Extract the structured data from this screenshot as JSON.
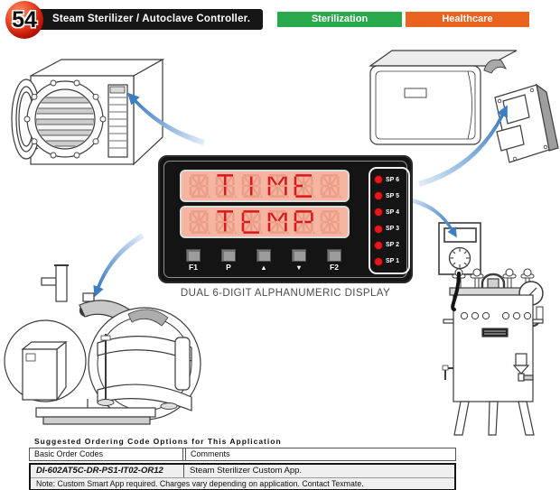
{
  "header": {
    "page_number": "54",
    "title": "Steam Sterilizer / Autoclave Controller.",
    "tags": [
      {
        "label": "Sterilization",
        "color": "#2aa84c"
      },
      {
        "label": "Healthcare",
        "color": "#e9641f"
      }
    ]
  },
  "device_panel": {
    "display_rows": [
      "TIME",
      "TEMP"
    ],
    "setpoint_leds": [
      "SP 6",
      "SP 5",
      "SP 4",
      "SP 3",
      "SP 2",
      "SP 1"
    ],
    "buttons": [
      "F1",
      "P",
      "▲",
      "▼",
      "F2"
    ],
    "caption": "DUAL 6-DIGIT ALPHANUMERIC DISPLAY",
    "colors": {
      "display_background": "#f6b5a0",
      "segment_dim": "#eb9e87",
      "segment_lit": "#d8191d",
      "led_red": "#e2191f",
      "arrow_blue": "#3d7ec2"
    }
  },
  "figures": [
    {
      "name": "front-loading-autoclave"
    },
    {
      "name": "benchtop-sterilizer"
    },
    {
      "name": "handheld-controller"
    },
    {
      "name": "vertical-sterilizer"
    },
    {
      "name": "horizontal-autoclave"
    }
  ],
  "ordering": {
    "title": "Suggested Ordering Code Options for This Application",
    "headers": [
      "Basic Order Codes",
      "Comments"
    ],
    "rows": [
      {
        "code": "DI-602AT5C-DR-PS1-IT02-OR12",
        "comment": "Steam Sterilizer Custom App."
      }
    ],
    "note": "Note: Custom Smart App required. Charges vary depending on application. Contact Texmate."
  }
}
